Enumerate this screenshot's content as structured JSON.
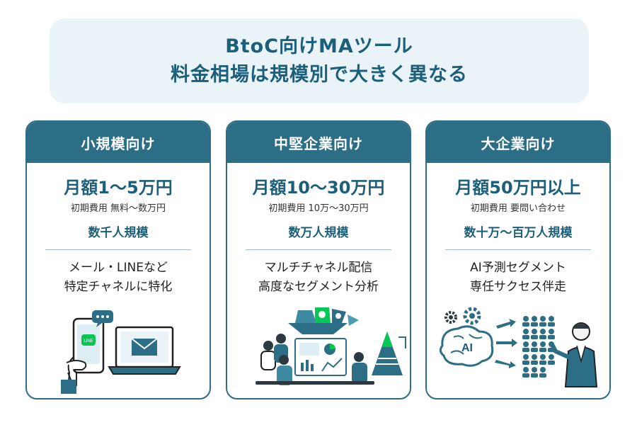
{
  "title": {
    "line1": "BtoC向けMAツール",
    "line2": "料金相場は規模別で大きく異なる"
  },
  "cards": [
    {
      "header": "小規模向け",
      "price": "月額1〜5万円",
      "initial": "初期費用 無料〜数万円",
      "scale": "数千人規模",
      "features": [
        "メール・LINEなど",
        "特定チャネルに特化"
      ],
      "icons": {
        "phone": "smartphone-line-icon",
        "laptop": "laptop-mail-icon"
      }
    },
    {
      "header": "中堅企業向け",
      "price": "月額10〜30万円",
      "initial": "初期費用 10万〜30万円",
      "scale": "数万人規模",
      "features": [
        "マルチチャネル配信",
        "高度なセグメント分析"
      ],
      "icons": {
        "team": "team-meeting-icon",
        "pyramid": "pyramid-icon"
      }
    },
    {
      "header": "大企業向け",
      "price": "月額50万円以上",
      "initial": "初期費用 要問い合わせ",
      "scale": "数十万〜百万人規模",
      "features": [
        "AI予測セグメント",
        "専任サクセス伴走"
      ],
      "icons": {
        "brain": "ai-brain-icon",
        "person": "presenter-icon"
      },
      "illus_text": {
        "ai": "AI"
      }
    }
  ],
  "colors": {
    "primary": "#2c6e86",
    "title": "#1c5f7a",
    "titleBg": "#eaf3f8",
    "line": "#06c755"
  }
}
